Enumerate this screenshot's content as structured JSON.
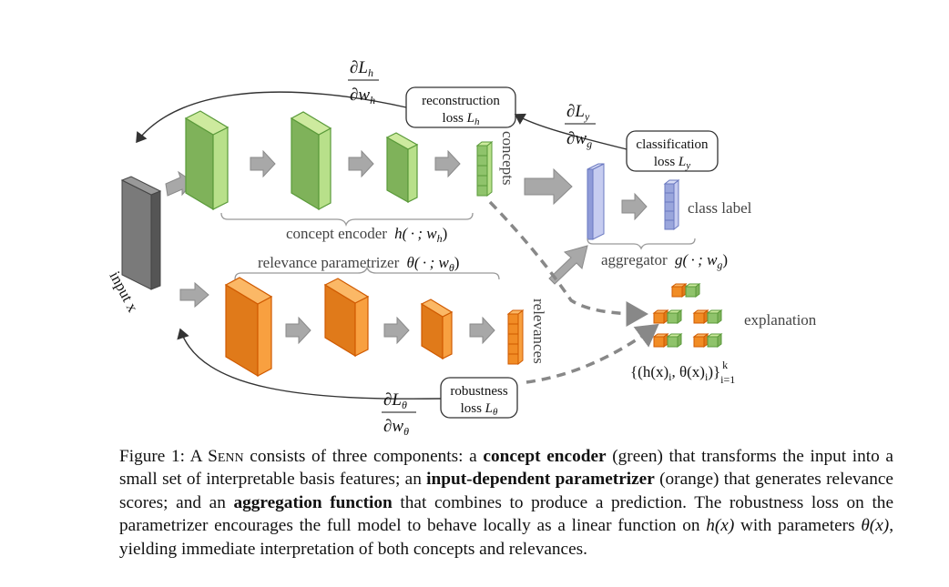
{
  "diagram": {
    "input_label": "input x",
    "concept_encoder_label": "concept encoder",
    "concept_encoder_math": "h( · ; w",
    "concept_encoder_sub": "h",
    "relevance_label": "relevance parametrizer",
    "relevance_math": "θ( · ; w",
    "relevance_sub": "θ",
    "concepts_label": "concepts",
    "relevances_label": "relevances",
    "aggregator_label": "aggregator",
    "aggregator_math": "g( · ; w",
    "aggregator_sub": "g",
    "class_label": "class label",
    "explanation_label": "explanation",
    "explanation_formula": "{(h(x)",
    "reconstruction_loss_line1": "reconstruction",
    "reconstruction_loss_line2": "loss",
    "reconstruction_loss_sym": "L",
    "reconstruction_loss_sub": "h",
    "classification_loss_line1": "classification",
    "classification_loss_line2": "loss",
    "classification_loss_sym": "L",
    "classification_loss_sub": "y",
    "robustness_loss_line1": "robustness",
    "robustness_loss_line2": "loss",
    "robustness_loss_sym": "L",
    "robustness_loss_sub": "θ",
    "grad_h_num": "∂L",
    "grad_h_num_sub": "h",
    "grad_h_den": "∂w",
    "grad_h_den_sub": "h",
    "grad_y_num": "∂L",
    "grad_y_num_sub": "y",
    "grad_y_den": "∂w",
    "grad_y_den_sub": "g",
    "grad_t_num": "∂L",
    "grad_t_num_sub": "θ",
    "grad_t_den": "∂w",
    "grad_t_den_sub": "θ"
  },
  "colors": {
    "green": "#8fc36b",
    "green_dark": "#5a9a3a",
    "orange": "#f18c25",
    "orange_dark": "#e06a10",
    "blue": "#9aa6dc",
    "gray_arrow": "#a8a8a8",
    "input_gray": "#6a6a6a"
  },
  "caption": {
    "prefix": "Figure 1: A ",
    "senn": "Senn",
    "p1": " consists of three components: a ",
    "b1": "concept encoder",
    "p2": " (green) that transforms the input into a small set of interpretable basis features; an ",
    "b2": "input-dependent parametrizer",
    "p3": " (orange) that generates relevance scores; and an ",
    "b3": "aggregation function",
    "p4": " that combines to produce a prediction. The robustness loss on the parametrizer encourages the full model to behave locally as a linear function on ",
    "m1": "h(x)",
    "p5": " with parameters ",
    "m2": "θ(x)",
    "p6": ", yielding immediate interpretation of both concepts and relevances."
  }
}
